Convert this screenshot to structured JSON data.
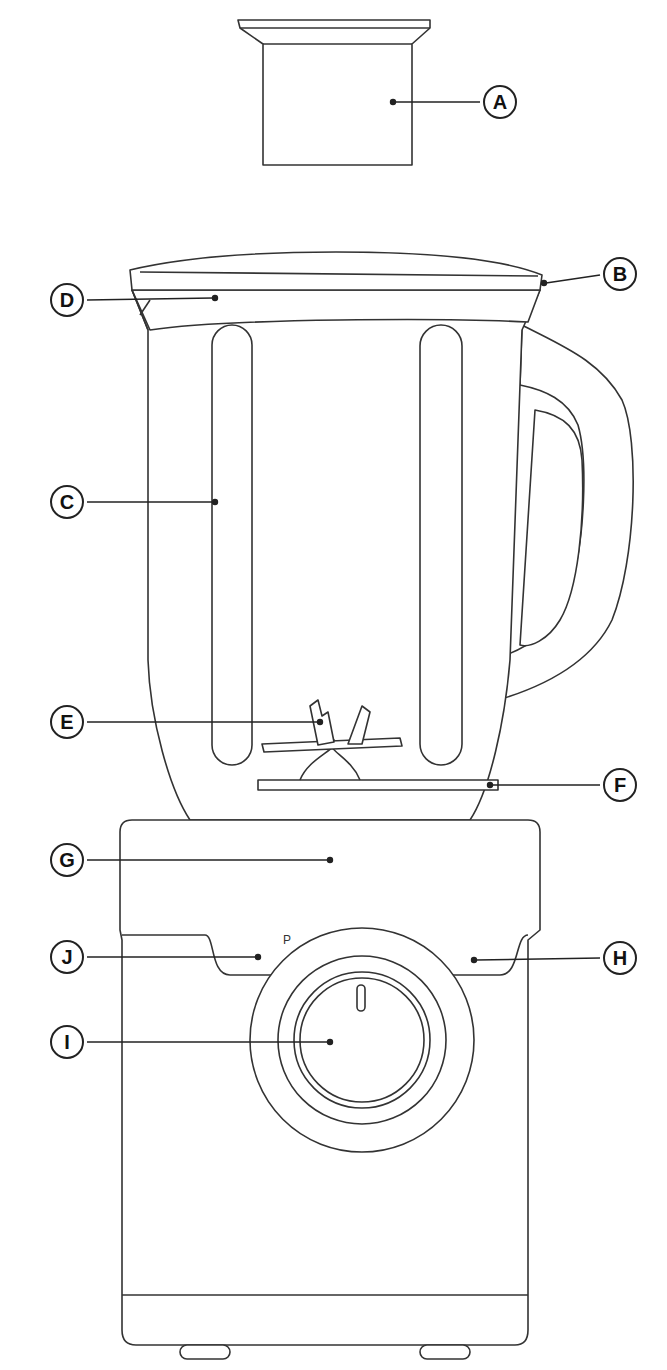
{
  "diagram": {
    "labels": [
      "A",
      "B",
      "D",
      "C",
      "E",
      "F",
      "G",
      "J",
      "H",
      "I",
      "P"
    ]
  }
}
